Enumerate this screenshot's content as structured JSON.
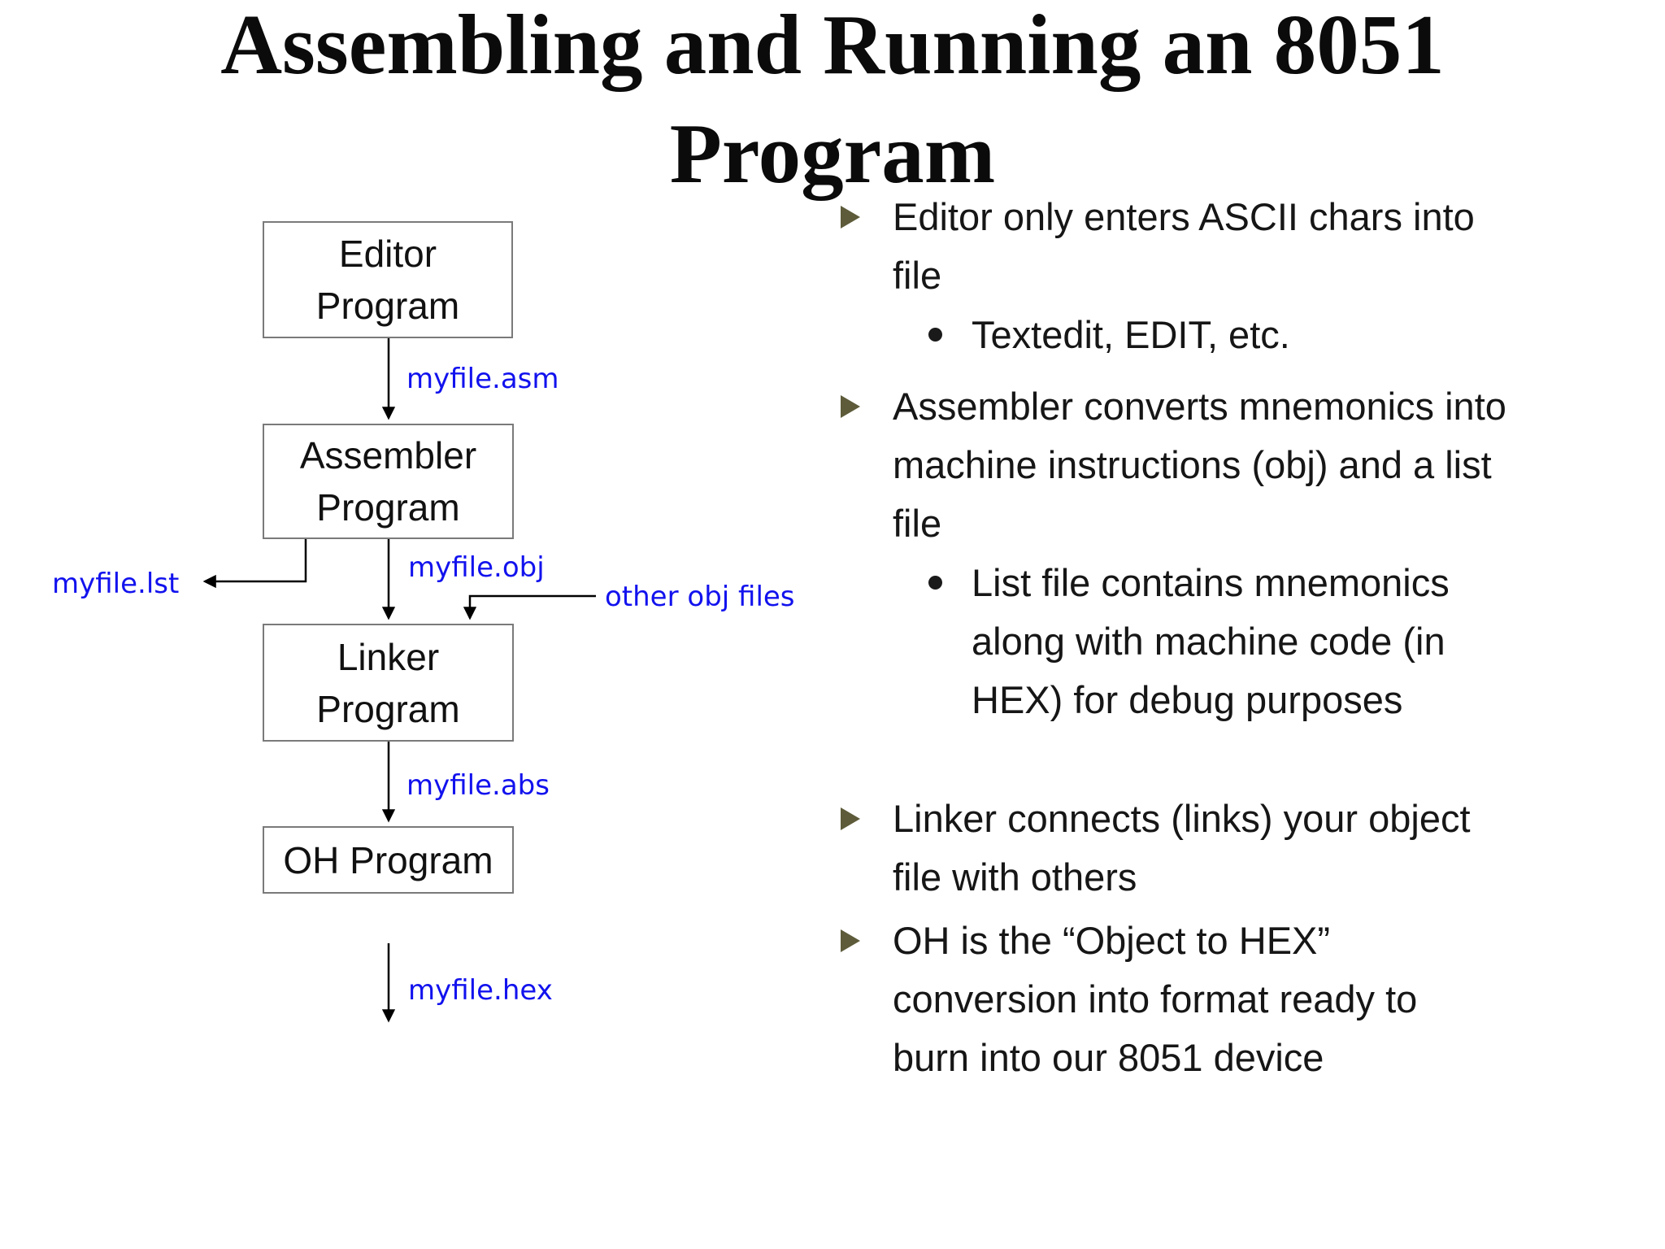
{
  "title": {
    "line1": "Assembling and Running an 8051",
    "line2": "Program"
  },
  "flowchart": {
    "boxes": [
      {
        "id": "editor",
        "label": "Editor Program"
      },
      {
        "id": "assembler",
        "label": "Assembler Program"
      },
      {
        "id": "linker",
        "label": "Linker Program"
      },
      {
        "id": "oh",
        "label": "OH Program"
      }
    ],
    "labels": {
      "asm": "myfile.asm",
      "lst": "myfile.lst",
      "obj": "myfile.obj",
      "other": "other obj files",
      "abs": "myfile.abs",
      "hex": "myfile.hex"
    },
    "colors": {
      "file_label": "#1212ee",
      "box_border": "#7a7a7a",
      "arrow": "#000000"
    }
  },
  "bullets": [
    {
      "level": 1,
      "text": "Editor only enters ASCII chars into\nfile"
    },
    {
      "level": 2,
      "text": "Textedit, EDIT, etc."
    },
    {
      "level": 1,
      "text": "Assembler converts mnemonics into\nmachine instructions (obj) and a list\nfile"
    },
    {
      "level": 2,
      "text": "List file contains mnemonics\nalong with machine code (in\nHEX) for debug purposes"
    },
    {
      "level": 1,
      "text": "Linker connects (links) your object\nfile with others"
    },
    {
      "level": 1,
      "text": "OH is the “Object to HEX”\nconversion into format ready to\nburn into our 8051 device"
    }
  ],
  "bullet_colors": {
    "level1_marker": "#5d5b3a",
    "level2_marker": "#1a1a1a"
  }
}
